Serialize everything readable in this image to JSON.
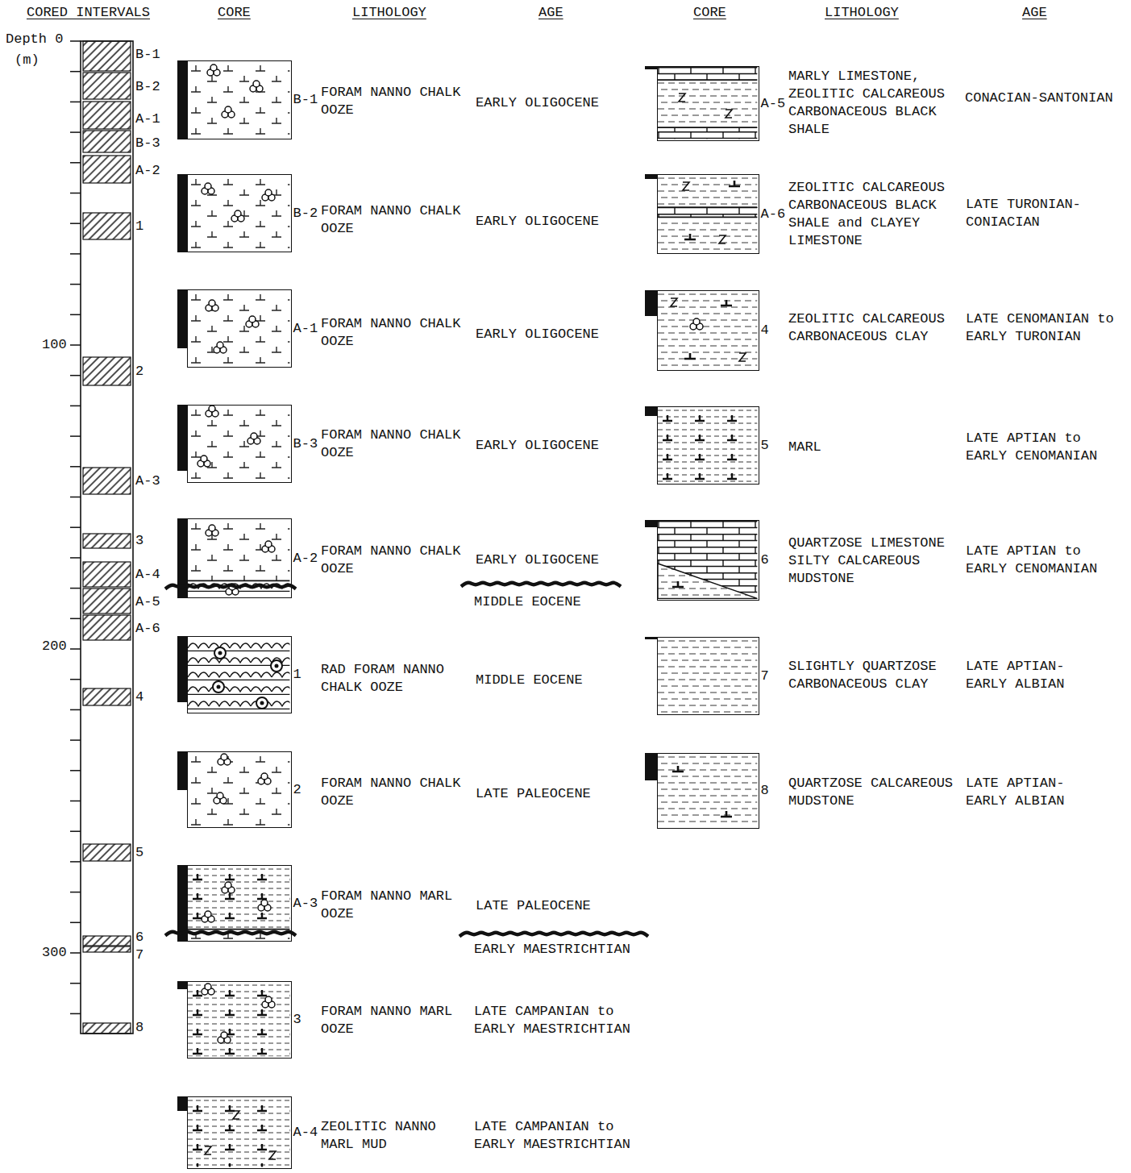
{
  "diagram": {
    "nodes": [
      {
        "text": [
          "B-1"
        ]
      },
      {
        "text": [
          "B-2"
        ]
      },
      {
        "text": [
          "A-1"
        ]
      },
      {
        "text": [
          "B-3"
        ]
      },
      {
        "text": [
          "A-2"
        ]
      },
      {
        "text": [
          "1"
        ]
      },
      {
        "text": [
          "2"
        ]
      },
      {
        "text": [
          "A-3"
        ]
      },
      {
        "text": [
          "3"
        ]
      },
      {
        "text": [
          "A-4"
        ]
      },
      {
        "text": [
          "A-5"
        ]
      },
      {
        "text": [
          "A-6"
        ]
      },
      {
        "text": [
          "4"
        ]
      },
      {
        "text": [
          "5"
        ]
      },
      {
        "text": [
          "6"
        ]
      },
      {
        "text": [
          "7"
        ]
      },
      {
        "text": [
          "8"
        ]
      }
    ],
    "labels": [
      "CORED INTERVALS",
      "CORE",
      "LITHOLOGY",
      "AGE",
      "CORE",
      "LITHOLOGY",
      "AGE",
      "Depth 0",
      "(m)",
      "100",
      "200",
      "300",
      "B-1",
      "B-2",
      "A-1",
      "B-3",
      "A-2",
      "1",
      "2",
      "A-3",
      "3",
      "A-4",
      "A-5",
      "A-6",
      "4",
      "5",
      "6",
      "7",
      "8",
      "FORAM NANNO CHALK OOZE",
      "EARLY OLIGOCENE",
      "FORAM NANNO CHALK OOZE",
      "EARLY OLIGOCENE",
      "FORAM NANNO CHALK OOZE",
      "EARLY OLIGOCENE",
      "FORAM NANNO CHALK OOZE",
      "EARLY OLIGOCENE",
      "FORAM NANNO CHALK OOZE",
      "EARLY OLIGOCENE",
      "MIDDLE EOCENE",
      "RAD FORAM NANNO CHALK OOZE",
      "MIDDLE EOCENE",
      "FORAM NANNO CHALK OOZE",
      "LATE PALEOCENE",
      "FORAM NANNO MARL OOZE",
      "LATE PALEOCENE",
      "EARLY MAESTRICHTIAN",
      "FORAM NANNO MARL OOZE",
      "LATE CAMPANIAN to EARLY MAESTRICHTIAN",
      "ZEOLITIC NANNO MARL MUD",
      "LATE CAMPANIAN to EARLY MAESTRICHTIAN",
      "MARLY LIMESTONE, ZEOLITIC CALCAREOUS CARBONACEOUS BLACK SHALE",
      "CONACIAN-SANTONIAN",
      "ZEOLITIC CALCAREOUS CARBONACEOUS BLACK SHALE and CLAYEY LIMESTONE",
      "LATE TURONIAN- CONIACIAN",
      "ZEOLITIC CALCAREOUS CARBONACEOUS CLAY",
      "LATE CENOMANIAN to EARLY TURONIAN",
      "MARL",
      "LATE APTIAN to EARLY CENOMANIAN",
      "QUARTZOSE LIMESTONE SILTY CALCAREOUS MUDSTONE",
      "LATE APTIAN to EARLY CENOMANIAN",
      "SLIGHTLY QUARTZOSE CARBONACEOUS CLAY",
      "LATE APTIAN- EARLY ALBIAN",
      "QUARTZOSE CALCAREOUS MUDSTONE",
      "LATE APTIAN- EARLY ALBIAN"
    ]
  }
}
